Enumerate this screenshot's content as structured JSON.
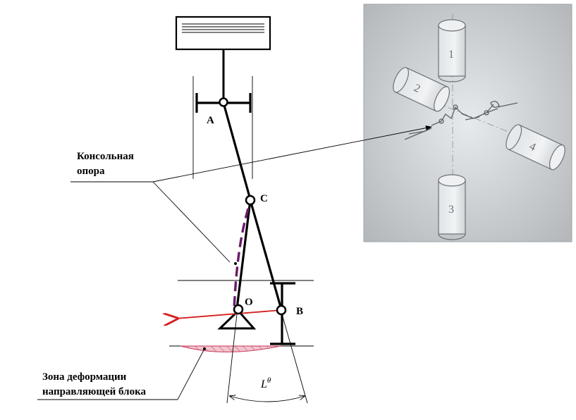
{
  "labels": {
    "point_a": "A",
    "point_c": "C",
    "point_o": "O",
    "point_b": "B",
    "console_support_line1": "Консольная",
    "console_support_line2": "опора",
    "deformation_zone_line1": "Зона деформации",
    "deformation_zone_line2": "направляющей блока",
    "angle_label_main": "L",
    "angle_label_sup": "θ"
  },
  "photo_inset": {
    "cylinder_labels": [
      "1",
      "2",
      "3",
      "4"
    ]
  },
  "colors": {
    "line": "#000000",
    "force_arrow": "#d42020",
    "deflection_dash": "#6a1a6a",
    "deformation_fill": "#f2c6d0",
    "deformation_hatch": "#c83a5a",
    "photo_bg": "#b8bcbf"
  }
}
